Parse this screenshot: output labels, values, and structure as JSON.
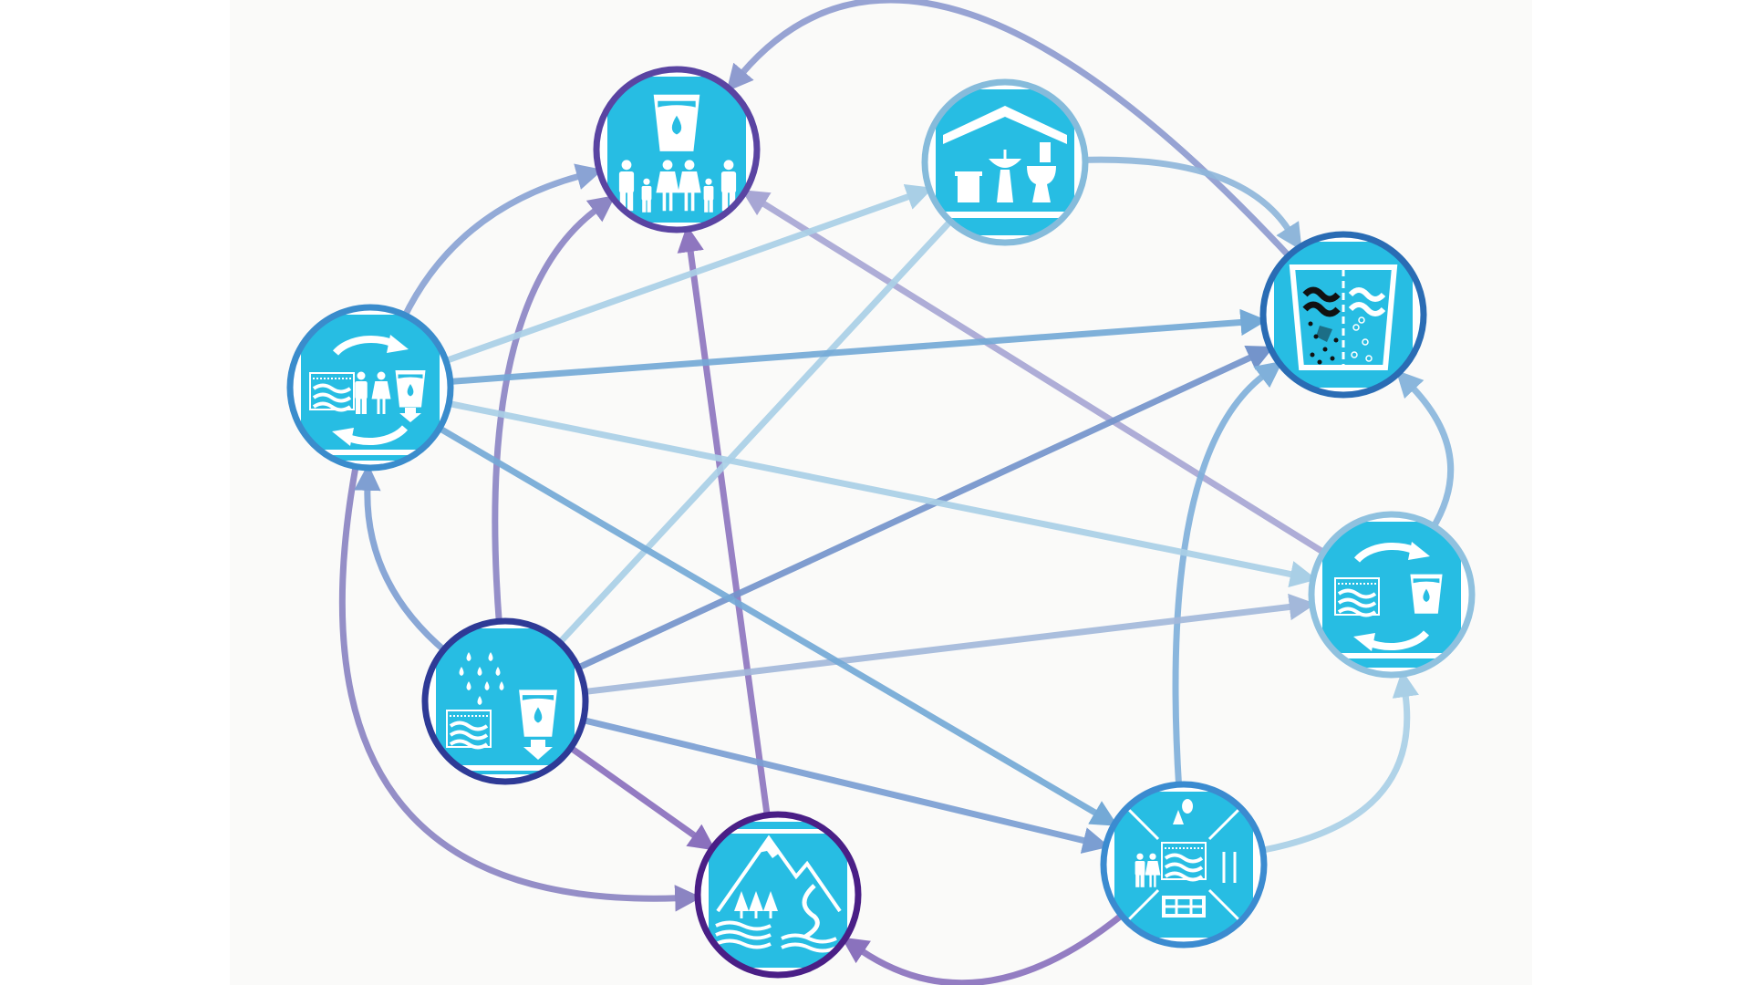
{
  "diagram": {
    "background": "#fafaf9",
    "node_fill": "#27bde3",
    "nodes": [
      {
        "id": "A",
        "icon": "drinking-water-family-icon",
        "border": "#5a44a2"
      },
      {
        "id": "B",
        "icon": "house-sanitation-icon",
        "border": "#86bbdb"
      },
      {
        "id": "C",
        "icon": "water-quality-pollution-icon",
        "border": "#2a6cb4"
      },
      {
        "id": "D",
        "icon": "water-reuse-cycle-icon",
        "border": "#8fc1df"
      },
      {
        "id": "E",
        "icon": "integrated-water-management-icon",
        "border": "#3b8bd0"
      },
      {
        "id": "F",
        "icon": "mountain-ecosystem-icon",
        "border": "#4a1f86"
      },
      {
        "id": "G",
        "icon": "rain-water-storage-icon",
        "border": "#2e3a96"
      },
      {
        "id": "H",
        "icon": "water-cycle-people-icon",
        "border": "#3a8ccc"
      }
    ],
    "edges": [
      {
        "from": "H",
        "to": "A",
        "color": "#8aa3d4",
        "arrow": true
      },
      {
        "from": "G",
        "to": "A",
        "color": "#8c86c4",
        "arrow": true
      },
      {
        "from": "F",
        "to": "A",
        "color": "#8e76bf",
        "arrow": true
      },
      {
        "from": "C",
        "to": "A",
        "color": "#8e9bcf",
        "arrow": true
      },
      {
        "from": "D",
        "to": "A",
        "color": "#a7a6d4",
        "arrow": true
      },
      {
        "from": "H",
        "to": "B",
        "color": "#a9cfe6",
        "arrow": true
      },
      {
        "from": "G",
        "to": "B",
        "color": "#a9cfe6",
        "arrow": false
      },
      {
        "from": "B",
        "to": "C",
        "color": "#8fb6da",
        "arrow": true
      },
      {
        "from": "H",
        "to": "C",
        "color": "#74a9d6",
        "arrow": true
      },
      {
        "from": "G",
        "to": "C",
        "color": "#7494cb",
        "arrow": true
      },
      {
        "from": "E",
        "to": "C",
        "color": "#80b0da",
        "arrow": true
      },
      {
        "from": "D",
        "to": "C",
        "color": "#8ab6dc",
        "arrow": true
      },
      {
        "from": "H",
        "to": "D",
        "color": "#a9cfe6",
        "arrow": true
      },
      {
        "from": "G",
        "to": "D",
        "color": "#a3b8da",
        "arrow": true
      },
      {
        "from": "H",
        "to": "E",
        "color": "#74a9d6",
        "arrow": true
      },
      {
        "from": "G",
        "to": "E",
        "color": "#7b9ed2",
        "arrow": true
      },
      {
        "from": "G",
        "to": "F",
        "color": "#8a70bd",
        "arrow": true
      },
      {
        "from": "H",
        "to": "F",
        "color": "#8b84c2",
        "arrow": true
      },
      {
        "from": "E",
        "to": "F",
        "color": "#8a72bd",
        "arrow": true
      },
      {
        "from": "E",
        "to": "D",
        "color": "#a9cfe6",
        "arrow": true
      },
      {
        "from": "G",
        "to": "H",
        "color": "#7f9fd2",
        "arrow": true
      }
    ]
  }
}
